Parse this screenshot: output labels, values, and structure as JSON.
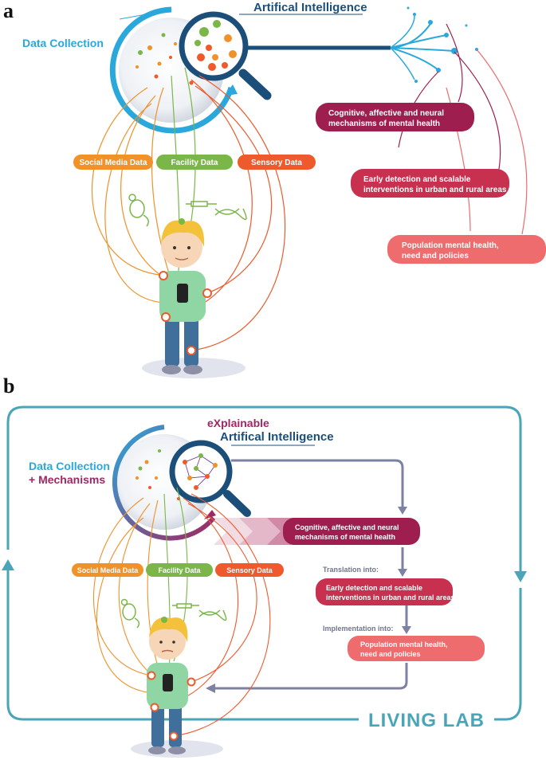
{
  "panel_a": {
    "letter": "a",
    "ai_title": "Artifical Intelligence",
    "data_collection": "Data Collection",
    "sources": [
      "Social Media Data",
      "Facility Data",
      "Sensory Data"
    ],
    "outcomes": [
      [
        "Cognitive, affective and neural",
        "mechanisms of mental health"
      ],
      [
        "Early detection and scalable",
        "interventions in urban and rural areas"
      ],
      [
        "Population mental health,",
        "need and policies"
      ]
    ]
  },
  "panel_b": {
    "letter": "b",
    "xai_prefix": "eXplainable",
    "ai_title": "Artifical Intelligence",
    "data_collection": "Data Collection",
    "mechanisms": "+ Mechanisms",
    "sources": [
      "Social Media Data",
      "Facility Data",
      "Sensory Data"
    ],
    "outcomes": [
      [
        "Cognitive, affective and neural",
        "mechanisms of mental health"
      ],
      [
        "Early detection and scalable",
        "interventions in urban and rural areas"
      ],
      [
        "Population mental health,",
        "need and policies"
      ]
    ],
    "translation_label": "Translation into:",
    "implementation_label": "Implementation into:",
    "living_lab": "LIVING LAB"
  },
  "colors": {
    "orange": "#f0912a",
    "green": "#7ab648",
    "red_orange": "#ee5a2b",
    "cyan": "#2aa8dc",
    "navy": "#1b4f7a",
    "magenta_dark": "#9e1f4f",
    "magenta_mid": "#c8304f",
    "salmon": "#ee6b6e",
    "teal": "#4aa5b8",
    "arrow_grey": "#7d82a3"
  }
}
